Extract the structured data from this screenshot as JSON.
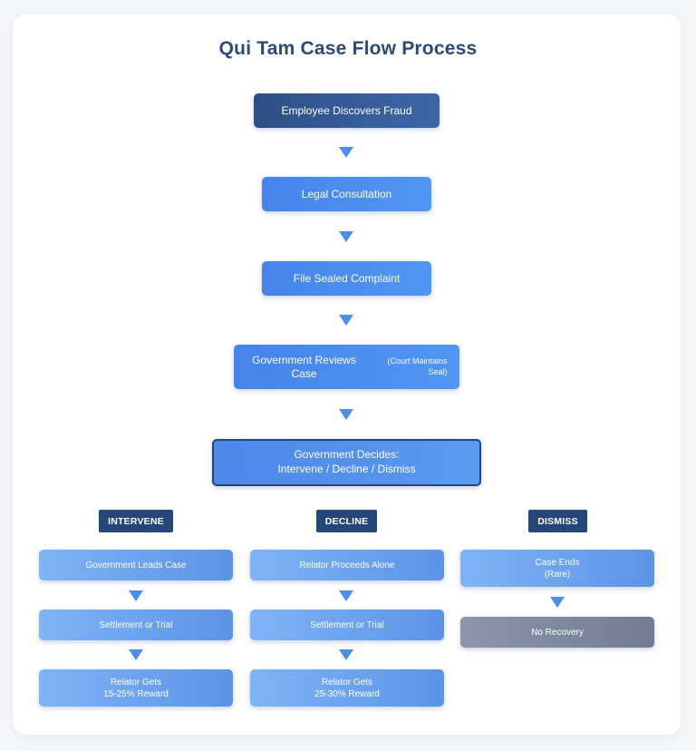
{
  "title": "Qui Tam Case Flow Process",
  "steps": {
    "discover": "Employee Discovers Fraud",
    "consult": "Legal Consultation",
    "file": "File Sealed Complaint",
    "review_main": "Government Reviews Case",
    "review_note": "(Court Maintains Seal)",
    "decide_line1": "Government Decides:",
    "decide_line2": "Intervene / Decline / Dismiss"
  },
  "branches": {
    "intervene": {
      "label": "INTERVENE",
      "step1": "Government Leads Case",
      "step2": "Settlement or Trial",
      "step3_line1": "Relator Gets",
      "step3_line2": "15-25% Reward"
    },
    "decline": {
      "label": "DECLINE",
      "step1": "Relator Proceeds Alone",
      "step2": "Settlement or Trial",
      "step3_line1": "Relator Gets",
      "step3_line2": "25-30% Reward"
    },
    "dismiss": {
      "label": "DISMISS",
      "step1_line1": "Case Ends",
      "step1_line2": "(Rare)",
      "step2": "No Recovery"
    }
  }
}
